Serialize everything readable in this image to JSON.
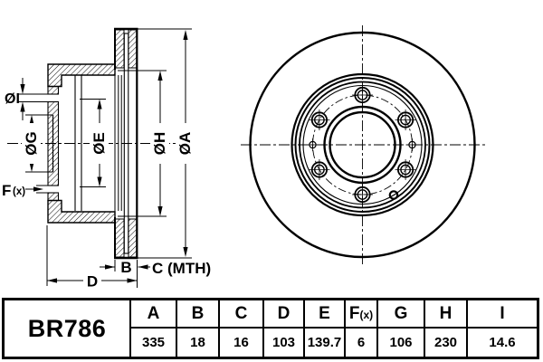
{
  "part_code": "BR786",
  "table": {
    "columns": [
      {
        "label": "A",
        "value": "335"
      },
      {
        "label": "B",
        "value": "18"
      },
      {
        "label": "C",
        "value": "16"
      },
      {
        "label": "D",
        "value": "103"
      },
      {
        "label": "E",
        "value": "139.7"
      },
      {
        "label": "F(x)",
        "label_main": "F",
        "label_sub": "(x)",
        "value": "6"
      },
      {
        "label": "G",
        "value": "106"
      },
      {
        "label": "H",
        "value": "230"
      },
      {
        "label": "I",
        "value": "14.6"
      }
    ]
  },
  "diagram": {
    "dimension_labels": {
      "a": "ØA",
      "h": "ØH",
      "e": "ØE",
      "g": "ØG",
      "i": "ØI",
      "f_main": "F",
      "f_sub": "(x)",
      "b": "B",
      "c": "C (MTH)",
      "d": "D"
    }
  },
  "colors": {
    "line": "#000000",
    "background": "#ffffff"
  }
}
